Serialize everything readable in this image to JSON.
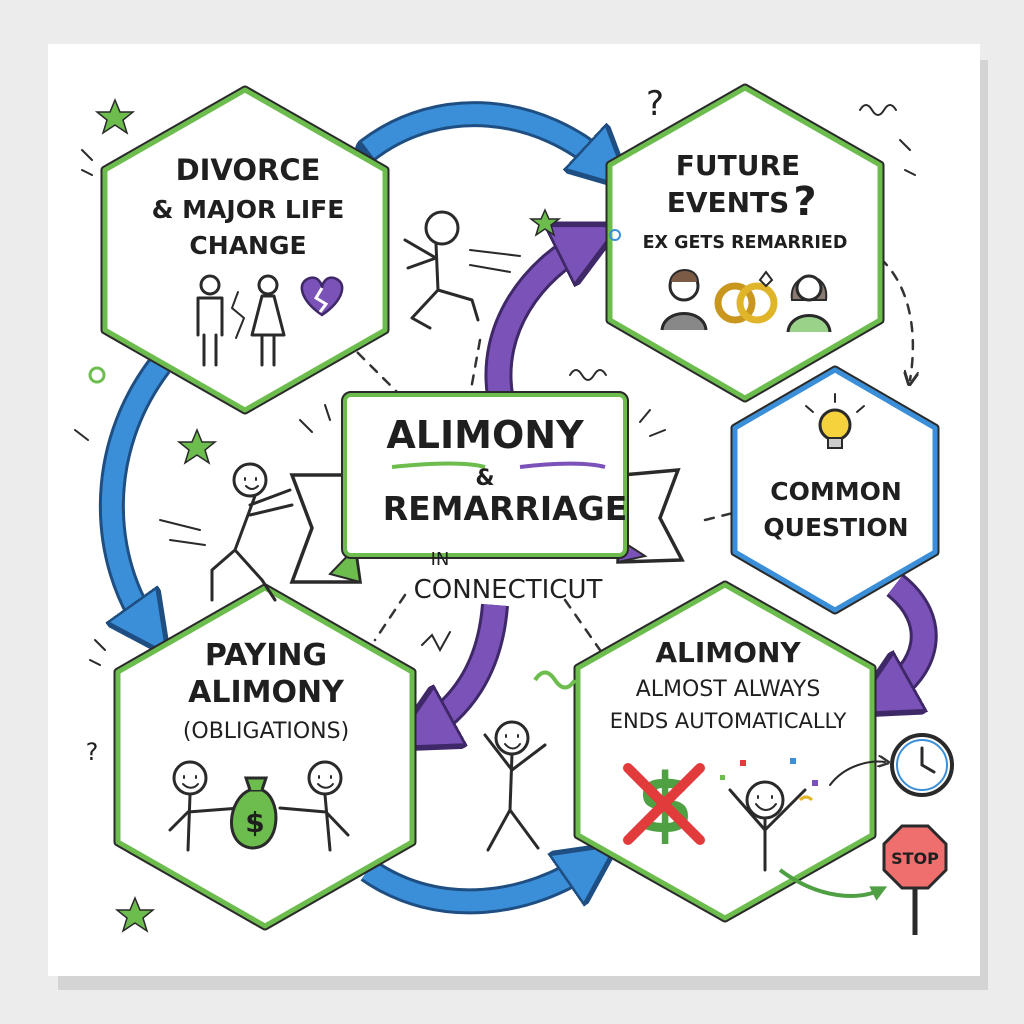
{
  "center": {
    "line1": "ALIMONY",
    "amp": "&",
    "line2": "REMARRIAGE",
    "line3": "IN",
    "line4": "CONNECTICUT"
  },
  "nodes": {
    "divorce": {
      "line1": "DIVORCE",
      "line2": "& MAJOR LIFE",
      "line3": "CHANGE"
    },
    "future": {
      "line1": "FUTURE",
      "line2": "EVENTS",
      "mark": "?",
      "line3": "EX GETS REMARRIED"
    },
    "question": {
      "line1": "COMMON",
      "line2": "QUESTION"
    },
    "paying": {
      "line1": "PAYING",
      "line2": "ALIMONY",
      "line3": "(OBLIGATIONS)"
    },
    "ends": {
      "line1": "ALIMONY",
      "line2": "ALMOST ALWAYS",
      "line3": "ENDS AUTOMATICALLY"
    }
  },
  "stop_sign": {
    "label": "STOP"
  },
  "money_bag": {
    "symbol": "$"
  },
  "colors": {
    "green": "#6cbd4e",
    "blue": "#3b8fd9",
    "purple": "#7a52b8",
    "red": "#e23b3b",
    "gold": "#e0b52a",
    "paper": "#ffffff"
  },
  "icons": [
    "star-icon",
    "question-mark-icon",
    "broken-heart-icon",
    "wedding-rings-icon",
    "light-bulb-icon",
    "money-bag-icon",
    "crossed-dollar-icon",
    "clock-icon",
    "stop-sign-icon"
  ]
}
